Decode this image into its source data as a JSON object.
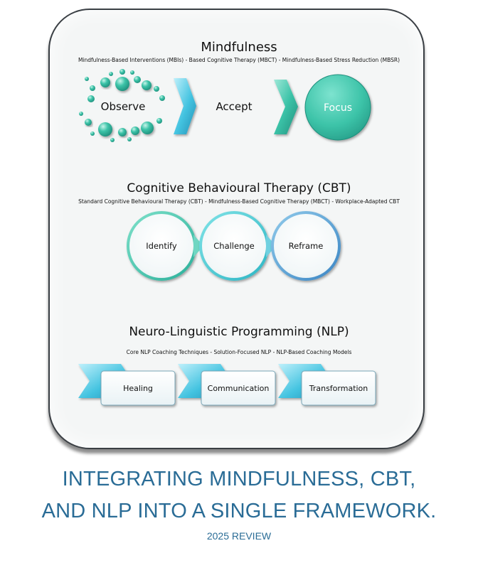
{
  "mindfulness": {
    "title": "Mindfulness",
    "subtitle": "Mindfulness-Based Interventions (MBIs) - Based Cognitive Therapy (MBCT) - Mindfulness-Based Stress Reduction (MBSR)",
    "steps": [
      "Observe",
      "Accept",
      "Focus"
    ]
  },
  "cbt": {
    "title": "Cognitive Behavioural Therapy (CBT)",
    "subtitle": "Standard Cognitive Behavioural Therapy (CBT) - Mindfulness-Based Cognitive Therapy (MBCT) - Workplace-Adapted CBT",
    "steps": [
      "Identify",
      "Challenge",
      "Reframe"
    ]
  },
  "nlp": {
    "title": "Neuro-Linguistic Programming (NLP)",
    "subtitle": "Core NLP Coaching Techniques - Solution-Focused NLP - NLP-Based Coaching Models",
    "steps": [
      "Healing",
      "Communication",
      "Transformation"
    ]
  },
  "footer": {
    "line1": "INTEGRATING MINDFULNESS, CBT,",
    "line2": "AND NLP INTO A SINGLE FRAMEWORK.",
    "tagline": "2025 REVIEW"
  },
  "colors": {
    "teal": "#3cc3a8",
    "cyan": "#43c3e0",
    "heading_blue": "#2a6c96",
    "panel_bg": "#f4f6f6"
  }
}
